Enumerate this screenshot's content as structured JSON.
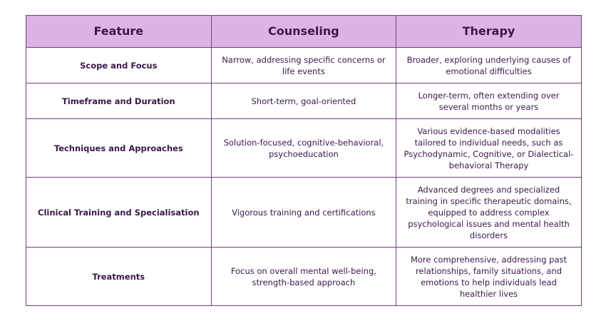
{
  "headers": [
    "Feature",
    "Counseling",
    "Therapy"
  ],
  "rows": [
    {
      "feature": "Scope and Focus",
      "counseling": "Narrow, addressing specific concerns or life events",
      "therapy": "Broader, exploring underlying causes of emotional difficulties"
    },
    {
      "feature": "Timeframe and Duration",
      "counseling": "Short-term, goal-oriented",
      "therapy": "Longer-term, often extending over several months or years"
    },
    {
      "feature": "Techniques and Approaches",
      "counseling": "Solution-focused, cognitive-behavioral, psychoeducation",
      "therapy": "Various evidence-based modalities tailored to individual needs, such as Psychodynamic, Cognitive, or Dialectical-behavioral Therapy"
    },
    {
      "feature": "Clinical Training and Specialisation",
      "counseling": "Vigorous training and certifications",
      "therapy": "Advanced degrees and specialized training in specific therapeutic domains, equipped to address complex psychological issues and mental health disorders"
    },
    {
      "feature": "Treatments",
      "counseling": "Focus on overall mental well-being, strength-based approach",
      "therapy": "More comprehensive, addressing past relationships, family situations, and emotions to help individuals lead healthier lives"
    }
  ]
}
